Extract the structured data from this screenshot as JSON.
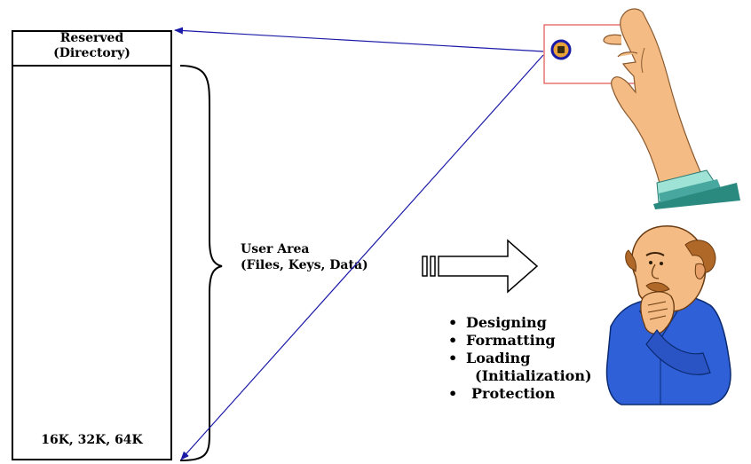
{
  "memory": {
    "reserved_line1": "Reserved",
    "reserved_line2": "(Directory)",
    "sizes": "16K, 32K, 64K"
  },
  "user_area": {
    "line1": "User Area",
    "line2": "(Files, Keys, Data)"
  },
  "tasks": {
    "bullet": "•",
    "items": [
      "Designing",
      "Formatting",
      "Loading",
      "(Initialization)",
      "Protection"
    ]
  },
  "colors": {
    "pointer_lines": "#1a1aa8",
    "card_outline": "#e05050",
    "chip_ring": "#1a1aa8",
    "chip_fill": "#e8a23a",
    "skin": "#f4bc84",
    "cuff": "#48a8a0",
    "shirt": "#3060d8"
  }
}
